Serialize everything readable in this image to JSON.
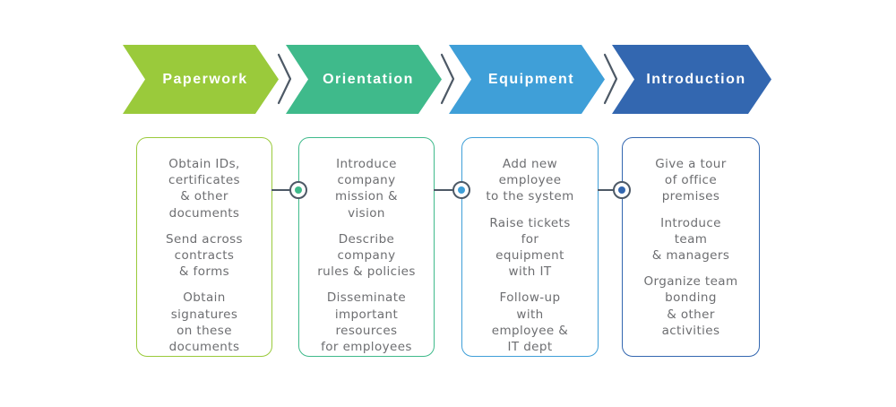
{
  "palette": {
    "stage_green": "#9aca3b",
    "stage_teal": "#3fba8b",
    "stage_light_blue": "#3f9fd8",
    "stage_dark_blue": "#3367b0",
    "connector_gray": "#4d5966",
    "body_text_gray": "#6d6e71",
    "header_text_white": "#ffffff",
    "background_white": "#ffffff"
  },
  "stages": [
    {
      "label": "Paperwork",
      "color": "#9aca3b",
      "tasks": [
        "Obtain IDs,\ncertificates\n& other\ndocuments",
        "Send across\ncontracts\n& forms",
        "Obtain\nsignatures\non these\ndocuments"
      ]
    },
    {
      "label": "Orientation",
      "color": "#3fba8b",
      "tasks": [
        "Introduce\ncompany\nmission &\nvision",
        "Describe\ncompany\nrules & policies",
        "Disseminate\nimportant\nresources\nfor employees"
      ]
    },
    {
      "label": "Equipment",
      "color": "#3f9fd8",
      "tasks": [
        "Add new\nemployee\nto the system",
        "Raise tickets\nfor\nequipment\nwith IT",
        "Follow-up\nwith\nemployee &\nIT dept"
      ]
    },
    {
      "label": "Introduction",
      "color": "#3367b0",
      "tasks": [
        "Give a tour\nof office\npremises",
        "Introduce\nteam\n& managers",
        "Organize team\nbonding\n& other\nactivities"
      ]
    }
  ]
}
